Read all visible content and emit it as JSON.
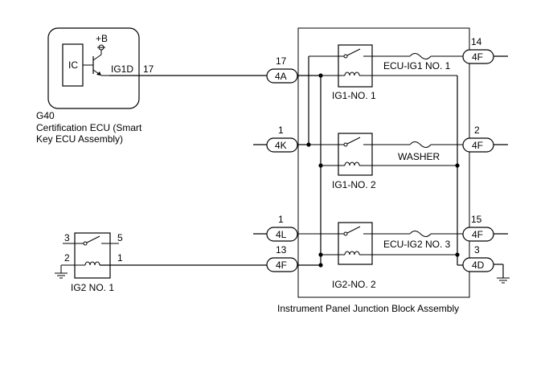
{
  "ecu": {
    "code": "G40",
    "name_line1": "Certification ECU (Smart",
    "name_line2": "Key ECU Assembly)",
    "ic_label": "IC",
    "power_label": "+B",
    "connector_label": "IG1D",
    "pin": "17"
  },
  "ig2_relay": {
    "label": "IG2 NO. 1",
    "pin_top_left": "3",
    "pin_top_right": "5",
    "pin_bottom_left": "2",
    "pin_bottom_right": "1"
  },
  "junction_block": {
    "label": "Instrument Panel Junction Block Assembly"
  },
  "relays": [
    {
      "label": "IG1-NO. 1"
    },
    {
      "label": "IG1-NO. 2"
    },
    {
      "label": "IG2-NO. 2"
    }
  ],
  "fuses": [
    {
      "label": "ECU-IG1 NO. 1"
    },
    {
      "label": "WASHER"
    },
    {
      "label": "ECU-IG2 NO. 3"
    }
  ],
  "left_connectors": [
    {
      "pin": "17",
      "name": "4A"
    },
    {
      "pin": "1",
      "name": "4K"
    },
    {
      "pin": "1",
      "name": "4L"
    },
    {
      "pin": "13",
      "name": "4F"
    }
  ],
  "right_connectors": [
    {
      "pin": "14",
      "name": "4F"
    },
    {
      "pin": "2",
      "name": "4F"
    },
    {
      "pin": "15",
      "name": "4F"
    },
    {
      "pin": "3",
      "name": "4D"
    }
  ]
}
